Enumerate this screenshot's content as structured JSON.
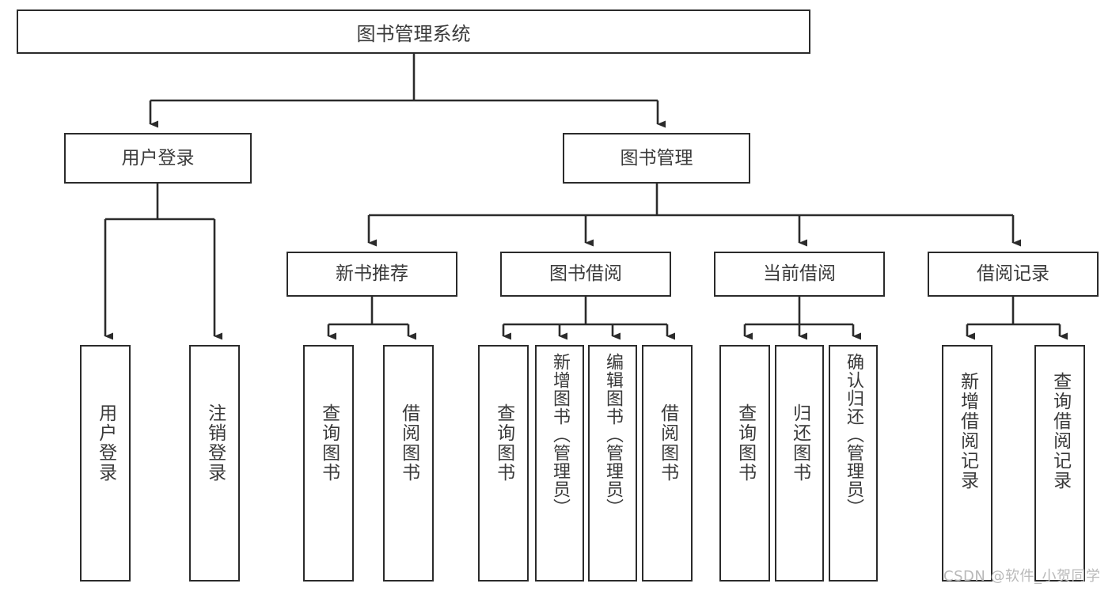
{
  "diagram": {
    "type": "tree-hierarchy",
    "title": "图书管理系统",
    "watermark": "CSDN @软件_小贺同学",
    "root": {
      "label": "图书管理系统"
    },
    "level2": [
      {
        "label": "用户登录"
      },
      {
        "label": "图书管理"
      }
    ],
    "level3": [
      {
        "label": "新书推荐"
      },
      {
        "label": "图书借阅"
      },
      {
        "label": "当前借阅"
      },
      {
        "label": "借阅记录"
      }
    ],
    "leaves": {
      "user_login": [
        {
          "label": "用户登录"
        },
        {
          "label": "注销登录"
        }
      ],
      "new_book": [
        {
          "label": "查询图书"
        },
        {
          "label": "借阅图书"
        }
      ],
      "book_borrow": [
        {
          "label": "查询图书"
        },
        {
          "label": "新增图书（管理员）"
        },
        {
          "label": "编辑图书（管理员）"
        },
        {
          "label": "借阅图书"
        }
      ],
      "current_borrow": [
        {
          "label": "查询图书"
        },
        {
          "label": "归还图书"
        },
        {
          "label": "确认归还（管理员）"
        }
      ],
      "borrow_record": [
        {
          "label": "新增借阅记录"
        },
        {
          "label": "查询借阅记录"
        }
      ]
    },
    "colors": {
      "stroke": "#2b2b2b",
      "text": "#3a3a3a",
      "background": "#ffffff",
      "watermark": "#b9b9b9"
    }
  }
}
